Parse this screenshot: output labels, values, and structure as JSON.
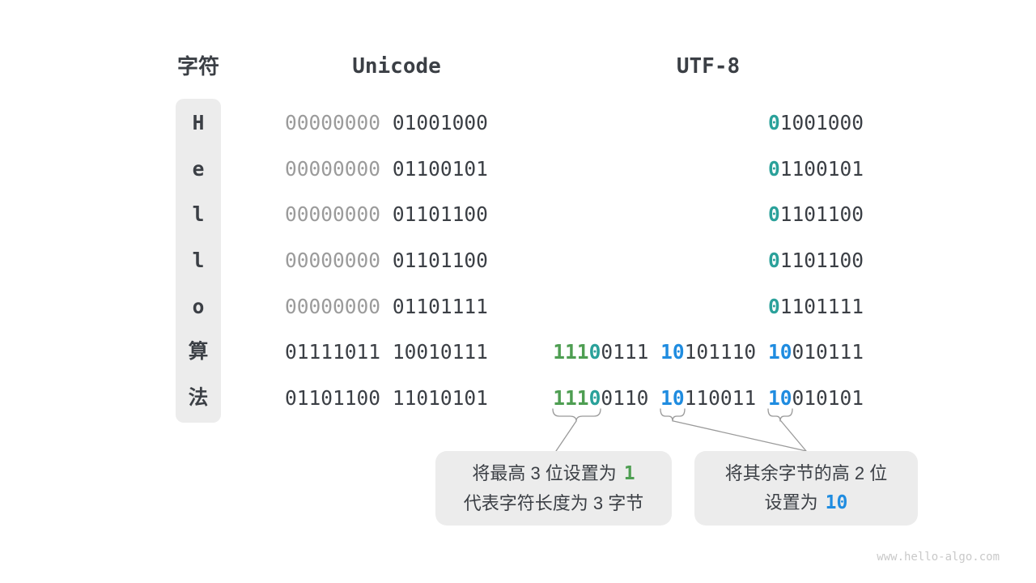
{
  "header": {
    "char": "字符",
    "unicode": "Unicode",
    "utf8": "UTF-8"
  },
  "rows": [
    {
      "char": "H",
      "unicode": {
        "high": "00000000",
        "low": "01001000"
      },
      "utf8": [
        [
          {
            "t": "0",
            "c": "teal"
          },
          {
            "t": "1001000",
            "c": "dark"
          }
        ]
      ]
    },
    {
      "char": "e",
      "unicode": {
        "high": "00000000",
        "low": "01100101"
      },
      "utf8": [
        [
          {
            "t": "0",
            "c": "teal"
          },
          {
            "t": "1100101",
            "c": "dark"
          }
        ]
      ]
    },
    {
      "char": "l",
      "unicode": {
        "high": "00000000",
        "low": "01101100"
      },
      "utf8": [
        [
          {
            "t": "0",
            "c": "teal"
          },
          {
            "t": "1101100",
            "c": "dark"
          }
        ]
      ]
    },
    {
      "char": "l",
      "unicode": {
        "high": "00000000",
        "low": "01101100"
      },
      "utf8": [
        [
          {
            "t": "0",
            "c": "teal"
          },
          {
            "t": "1101100",
            "c": "dark"
          }
        ]
      ]
    },
    {
      "char": "o",
      "unicode": {
        "high": "00000000",
        "low": "01101111"
      },
      "utf8": [
        [
          {
            "t": "0",
            "c": "teal"
          },
          {
            "t": "1101111",
            "c": "dark"
          }
        ]
      ]
    },
    {
      "char": "算",
      "unicode": {
        "high": "01111011",
        "low": "10010111"
      },
      "utf8": [
        [
          {
            "t": "111",
            "c": "green"
          },
          {
            "t": "0",
            "c": "teal"
          },
          {
            "t": "0111",
            "c": "dark"
          }
        ],
        [
          {
            "t": "10",
            "c": "blue"
          },
          {
            "t": "101110",
            "c": "dark"
          }
        ],
        [
          {
            "t": "10",
            "c": "blue"
          },
          {
            "t": "010111",
            "c": "dark"
          }
        ]
      ]
    },
    {
      "char": "法",
      "unicode": {
        "high": "01101100",
        "low": "11010101"
      },
      "utf8": [
        [
          {
            "t": "111",
            "c": "green"
          },
          {
            "t": "0",
            "c": "teal"
          },
          {
            "t": "0110",
            "c": "dark"
          }
        ],
        [
          {
            "t": "10",
            "c": "blue"
          },
          {
            "t": "110011",
            "c": "dark"
          }
        ],
        [
          {
            "t": "10",
            "c": "blue"
          },
          {
            "t": "010101",
            "c": "dark"
          }
        ]
      ]
    }
  ],
  "callouts": [
    {
      "line1_text": "将最高 3 位设置为",
      "line1_highlight": "1",
      "line2_text": "代表字符长度为 3 字节"
    },
    {
      "line1_text": "将其余字节的高 2 位",
      "line2_text": "设置为",
      "line2_highlight": "10"
    }
  ],
  "watermark": "www.hello-algo.com",
  "colors": {
    "text_dark": "#3b3f45",
    "muted_gray": "#9b9b9b",
    "panel_gray": "#ececec",
    "bit_green": "#4e9e52",
    "bit_teal": "#2aa19a",
    "bit_blue": "#1f8ce0",
    "connector_gray": "#9a9a9a",
    "watermark_gray": "#c9c9c9"
  }
}
